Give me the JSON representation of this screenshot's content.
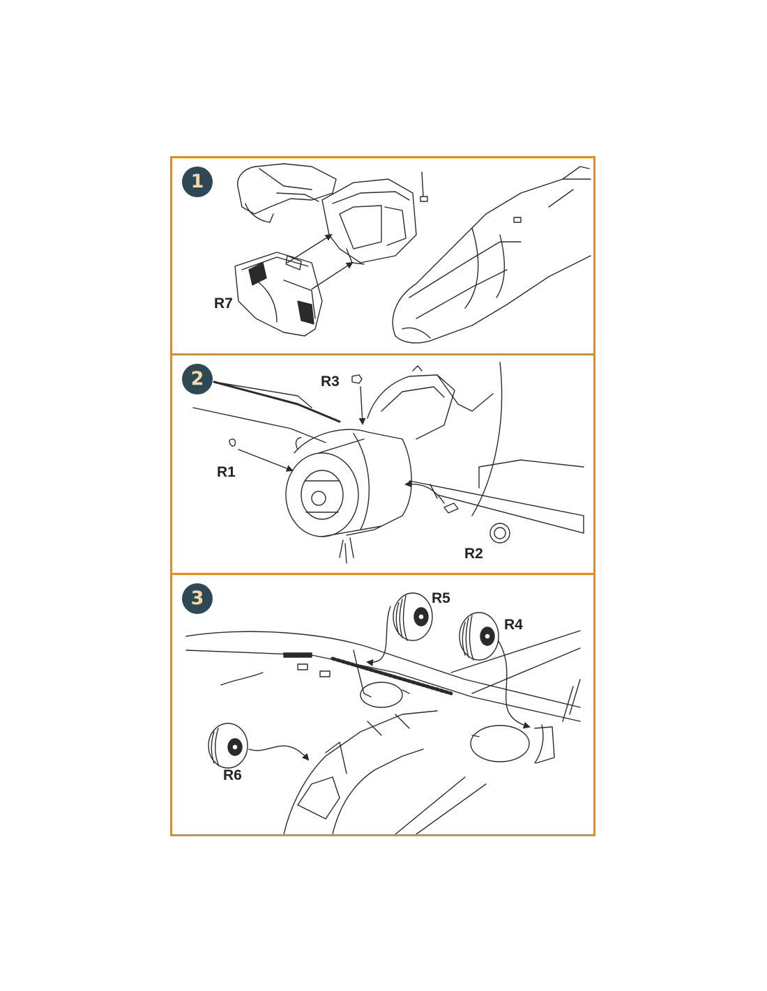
{
  "accent_color": "#e38b2c",
  "badge_color": "#2f4856",
  "steps": [
    {
      "number": "1",
      "parts": [
        "R7"
      ]
    },
    {
      "number": "2",
      "parts": [
        "R3",
        "R1",
        "R2"
      ]
    },
    {
      "number": "3",
      "parts": [
        "R5",
        "R4",
        "R6"
      ]
    }
  ]
}
